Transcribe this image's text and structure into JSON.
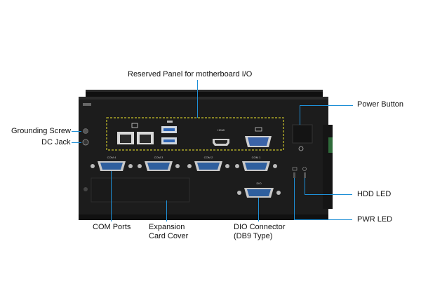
{
  "callouts": {
    "reserved_panel": "Reserved Panel for motherboard I/O",
    "power_button": "Power Button",
    "grounding_screw": "Grounding Screw",
    "dc_jack": "DC Jack",
    "hdd_led": "HDD LED",
    "pwr_led": "PWR LED",
    "com_ports": "COM Ports",
    "expansion_line1": "Expansion",
    "expansion_line2": "Card Cover",
    "dio_line1": "DIO Connector",
    "dio_line2": "(DB9 Type)"
  },
  "port_labels": {
    "com4": "COM 4",
    "com3": "COM 3",
    "com2": "COM 2",
    "com1": "COM 1",
    "hdmi": "HDMI",
    "dio": "DIO"
  },
  "colors": {
    "accent": "#1e8fd6",
    "chassis": "#1b1b1b",
    "port_blue": "#2f5f9e",
    "panel_outline": "#c9c22a"
  }
}
